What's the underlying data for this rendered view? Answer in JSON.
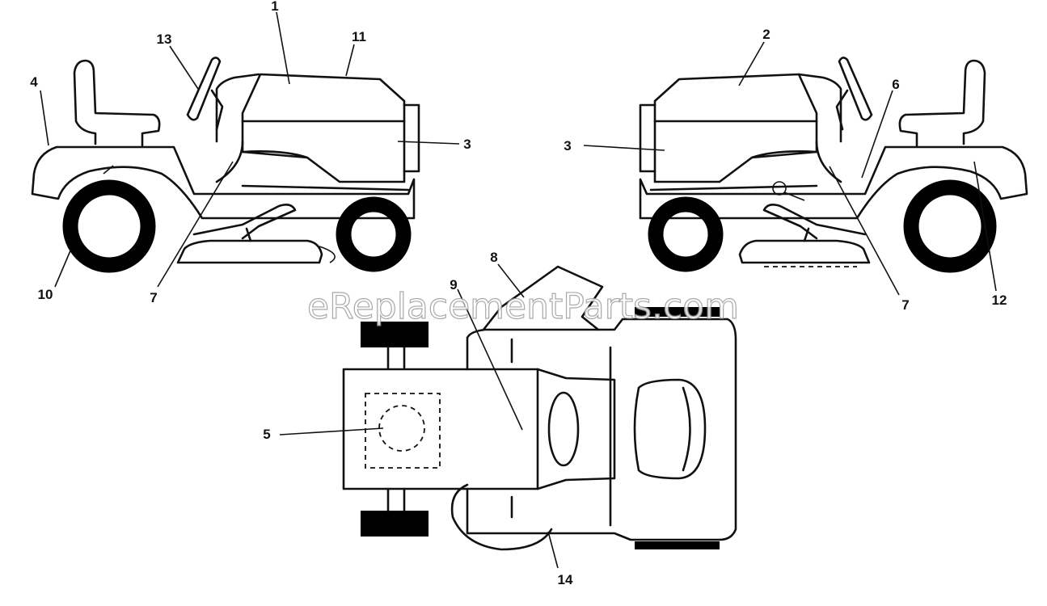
{
  "watermark": "eReplacementParts.com",
  "callouts": {
    "left": [
      "1",
      "11",
      "13",
      "4",
      "3",
      "10",
      "7"
    ],
    "right": [
      "2",
      "6",
      "3",
      "7",
      "12"
    ],
    "top": [
      "8",
      "9",
      "5",
      "14"
    ]
  }
}
